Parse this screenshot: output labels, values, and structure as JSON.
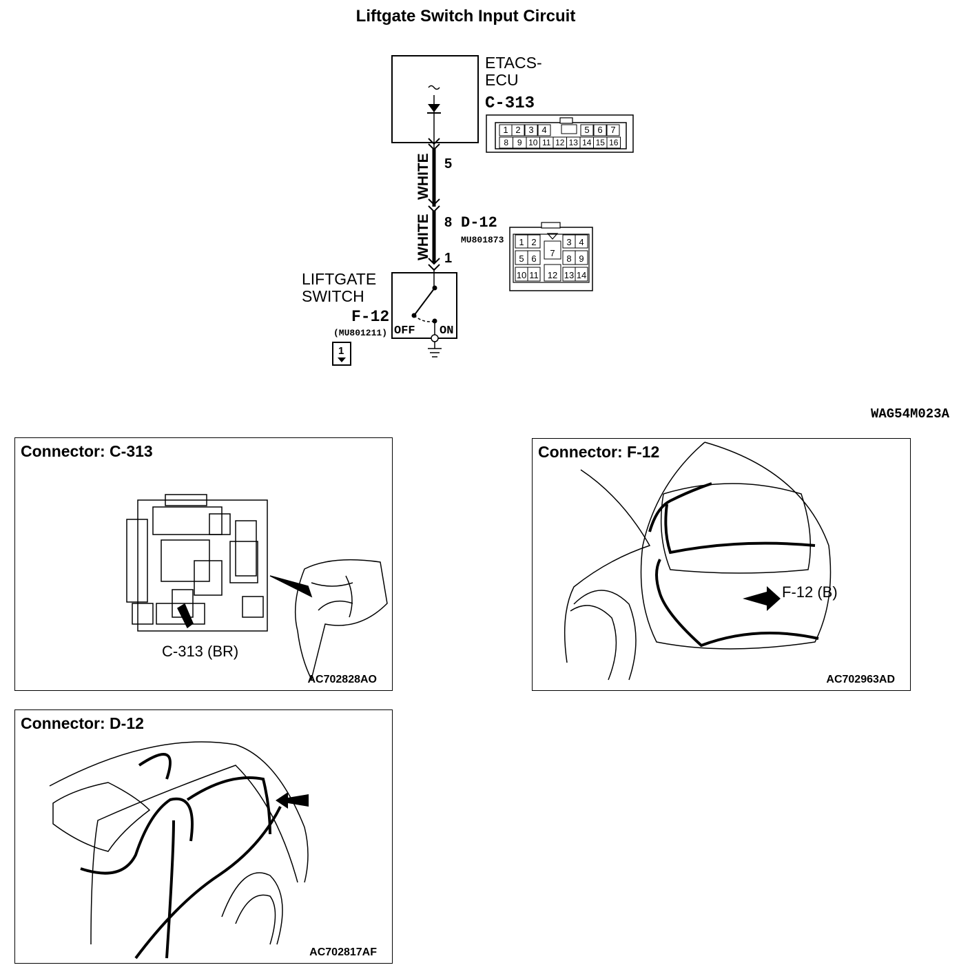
{
  "diagram": {
    "title": "Liftgate Switch Input Circuit",
    "drawing_code": "WAG54M023A",
    "ecu": {
      "name_line1": "ETACS-",
      "name_line2": "ECU",
      "connector": "C-313",
      "terminal": "5",
      "connector_pins_top": [
        "1",
        "2",
        "3",
        "4",
        "5",
        "6",
        "7"
      ],
      "connector_pins_bottom": [
        "8",
        "9",
        "10",
        "11",
        "12",
        "13",
        "14",
        "15",
        "16"
      ]
    },
    "wires": [
      {
        "color": "WHITE"
      },
      {
        "color": "WHITE"
      }
    ],
    "junction": {
      "connector": "D-12",
      "part_number": "MU801873",
      "pin_in": "8",
      "pin_out": "1",
      "pins": [
        "1",
        "2",
        "3",
        "4",
        "5",
        "6",
        "7",
        "8",
        "9",
        "10",
        "11",
        "12",
        "13",
        "14"
      ]
    },
    "switch": {
      "name_line1": "LIFTGATE",
      "name_line2": "SWITCH",
      "connector": "F-12",
      "part_number": "(MU801211)",
      "off_label": "OFF",
      "on_label": "ON",
      "pin_ref": "1"
    }
  },
  "panels": [
    {
      "title": "Connector: C-313",
      "callout": "C-313 (BR)",
      "code": "AC702828AO"
    },
    {
      "title": "Connector: F-12",
      "callout": "F-12 (B)",
      "code": "AC702963AD"
    },
    {
      "title": "Connector: D-12",
      "code": "AC702817AF"
    }
  ]
}
